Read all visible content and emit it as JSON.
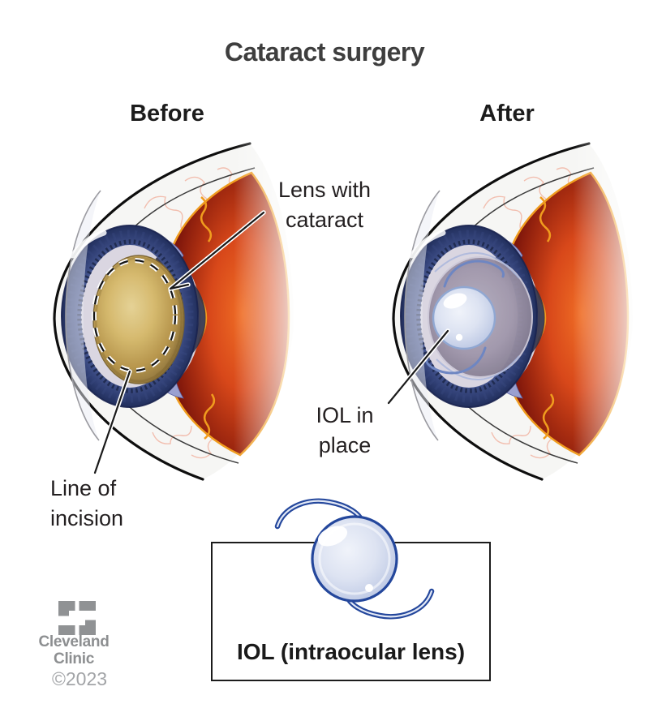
{
  "title": "Cataract surgery",
  "panels": {
    "before_label": "Before",
    "after_label": "After"
  },
  "annotations": {
    "lens_with_cataract": {
      "line1": "Lens with",
      "line2": "cataract"
    },
    "iol_in_place": {
      "line1": "IOL in",
      "line2": "place"
    },
    "line_of_incision": {
      "line1": "Line of",
      "line2": "incision"
    }
  },
  "legend": {
    "label": "IOL (intraocular lens)"
  },
  "branding": {
    "org_line1": "Cleveland",
    "org_line2": "Clinic",
    "copyright": "©2023"
  },
  "colors": {
    "title_text": "#3e3e3e",
    "label_text": "#231f20",
    "sclera_white": "#f6f6f4",
    "iris_blue": "#46589b",
    "iris_dark_ring": "#1c2749",
    "cataract_lens_gold": "#c9a855",
    "after_capsule_gray": "#a097ab",
    "retina_red": "#d8481a",
    "choroid_orange": "#f09c1e",
    "vessel_pink": "#f2b9a8",
    "iol_outline_blue": "#24479c",
    "iol_fill_blue": "#dde3f2",
    "incision_dash": "#141414",
    "logo_gray": "#909294"
  }
}
